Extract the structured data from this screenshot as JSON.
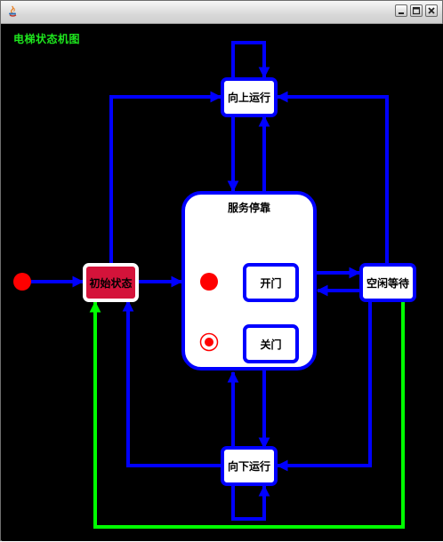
{
  "window": {
    "title": ""
  },
  "diagram": {
    "title": "电梯状态机图",
    "states": {
      "initial": "初始状态",
      "up": "向上运行",
      "down": "向下运行",
      "idle": "空闲等待",
      "service": "服务停靠",
      "open": "开门",
      "close": "关门"
    }
  },
  "colors": {
    "background": "#000000",
    "transition": "#0000ff",
    "initial_transition": "#00ff00",
    "initial_state_fill": "#d4133a",
    "pseudostate": "#ff0000",
    "title": "#1ee61e"
  }
}
